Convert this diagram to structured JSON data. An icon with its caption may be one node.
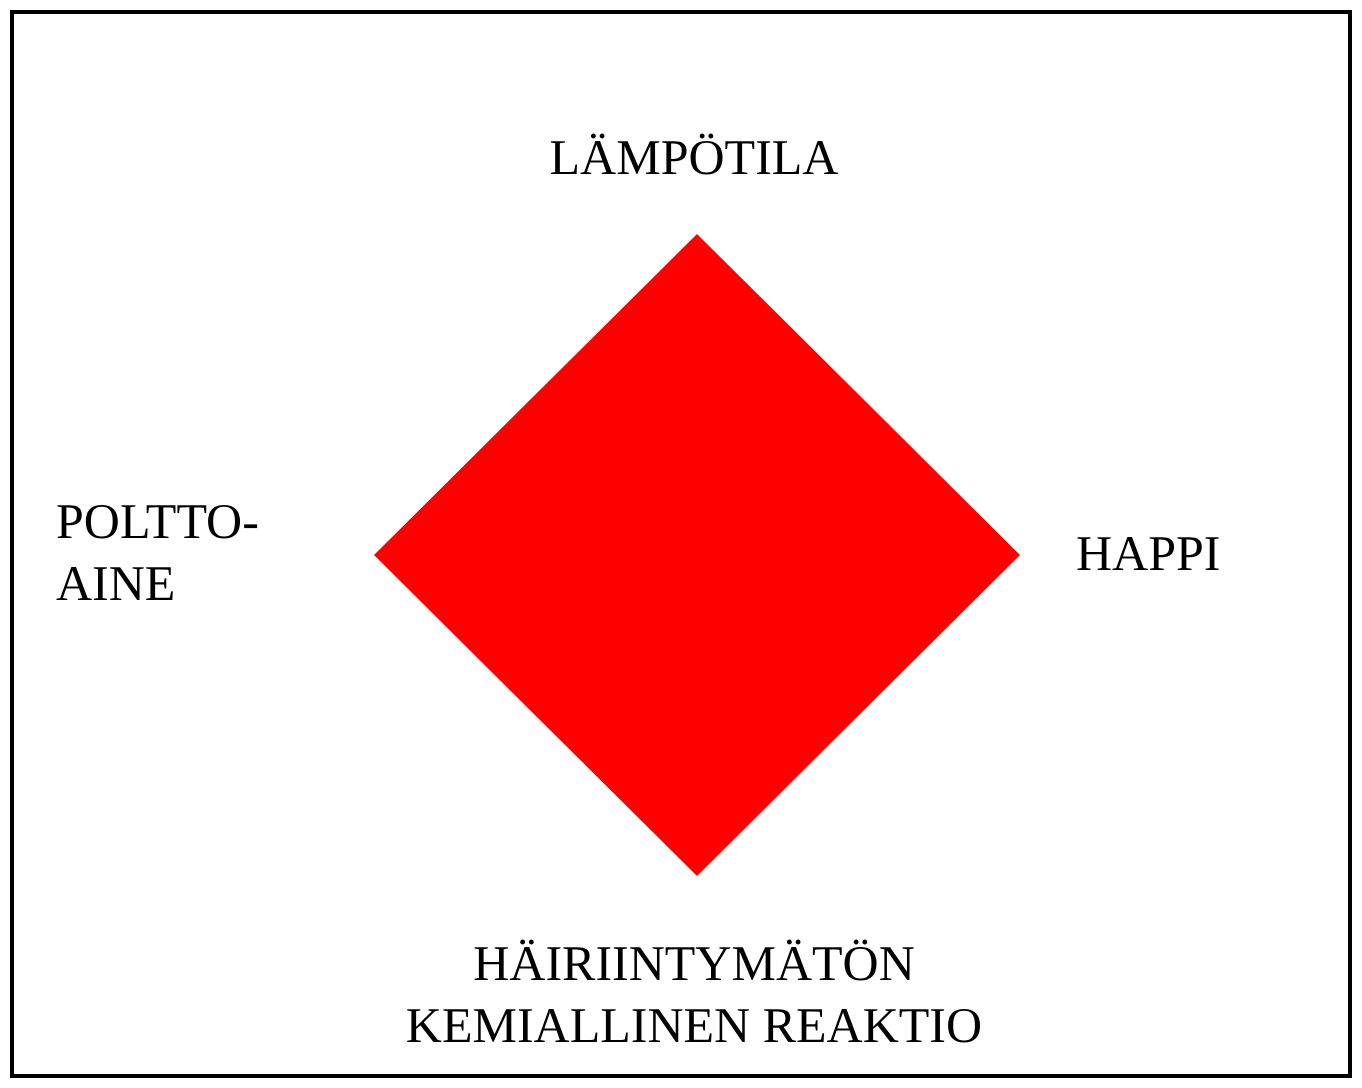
{
  "diagram": {
    "nodes": [
      {
        "text": [],
        "shape": "diamond",
        "beside": [
          "LÄMPÖTILA",
          "POLTTO- AINE",
          "HAPPI",
          "HÄIRIINTYMÄTÖN KEMIALLINEN REAKTIO"
        ]
      }
    ]
  }
}
